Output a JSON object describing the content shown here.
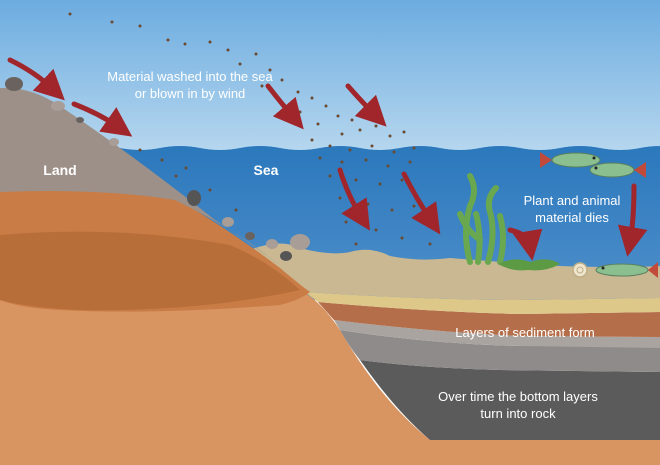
{
  "labels": {
    "land": "Land",
    "sea": "Sea",
    "washed_line1": "Material washed into the sea",
    "washed_line2": "or blown in by wind",
    "dies_line1": "Plant and animal",
    "dies_line2": "material dies",
    "layers": "Layers of sediment form",
    "rock_line1": "Over time the bottom layers",
    "rock_line2": "turn into rock"
  },
  "colors": {
    "sky": "#7fb7e0",
    "sea": "#2f7bbd",
    "land_top": "#9c9088",
    "land_soil": "#c97c45",
    "bedrock": "#d89461",
    "sediment_top": "#c9b892",
    "sediment_sand": "#ddc789",
    "sediment_brown": "#b46e4a",
    "sediment_grey": "#8e8b8a",
    "rock_layer": "#5b5b5c",
    "arrow": "#a0262c"
  }
}
